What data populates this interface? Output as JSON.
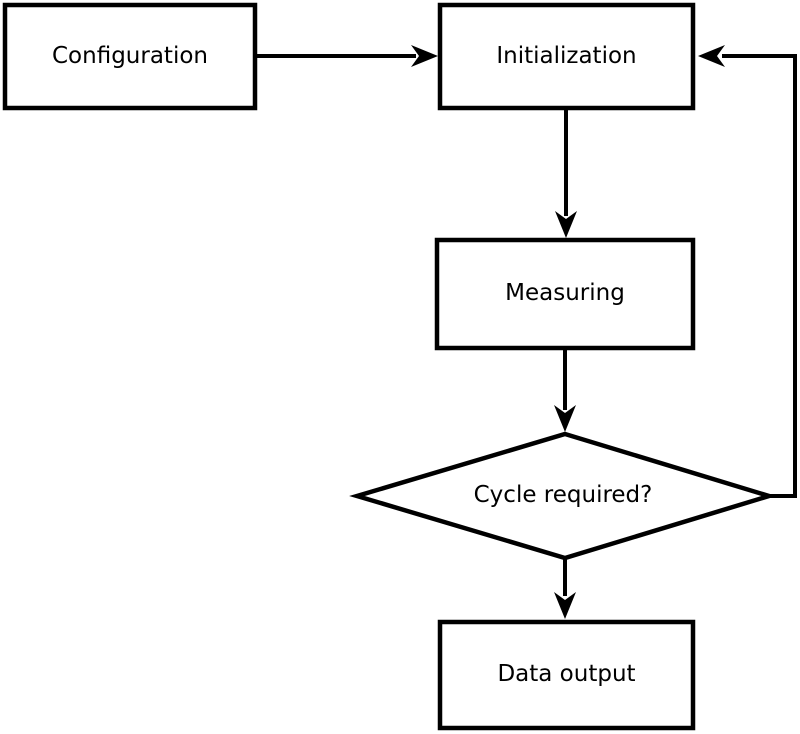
{
  "diagram": {
    "type": "flowchart",
    "colors": {
      "stroke": "#000000",
      "node_fill": "#ffffff",
      "text": "#000000",
      "background": "#ffffff"
    },
    "nodes": [
      {
        "id": "configuration",
        "label": "Configuration",
        "shape": "rectangle"
      },
      {
        "id": "initialization",
        "label": "Initialization",
        "shape": "rectangle"
      },
      {
        "id": "measuring",
        "label": "Measuring",
        "shape": "rectangle"
      },
      {
        "id": "cycle-required",
        "label": "Cycle required?",
        "shape": "diamond"
      },
      {
        "id": "data-output",
        "label": "Data output",
        "shape": "rectangle"
      }
    ],
    "edges": [
      {
        "from": "configuration",
        "to": "initialization",
        "style": "arrow-right"
      },
      {
        "from": "initialization",
        "to": "measuring",
        "style": "arrow-down"
      },
      {
        "from": "measuring",
        "to": "cycle-required",
        "style": "arrow-down"
      },
      {
        "from": "cycle-required",
        "to": "data-output",
        "style": "arrow-down"
      },
      {
        "from": "cycle-required",
        "to": "initialization",
        "style": "feedback-loop-right"
      }
    ]
  }
}
